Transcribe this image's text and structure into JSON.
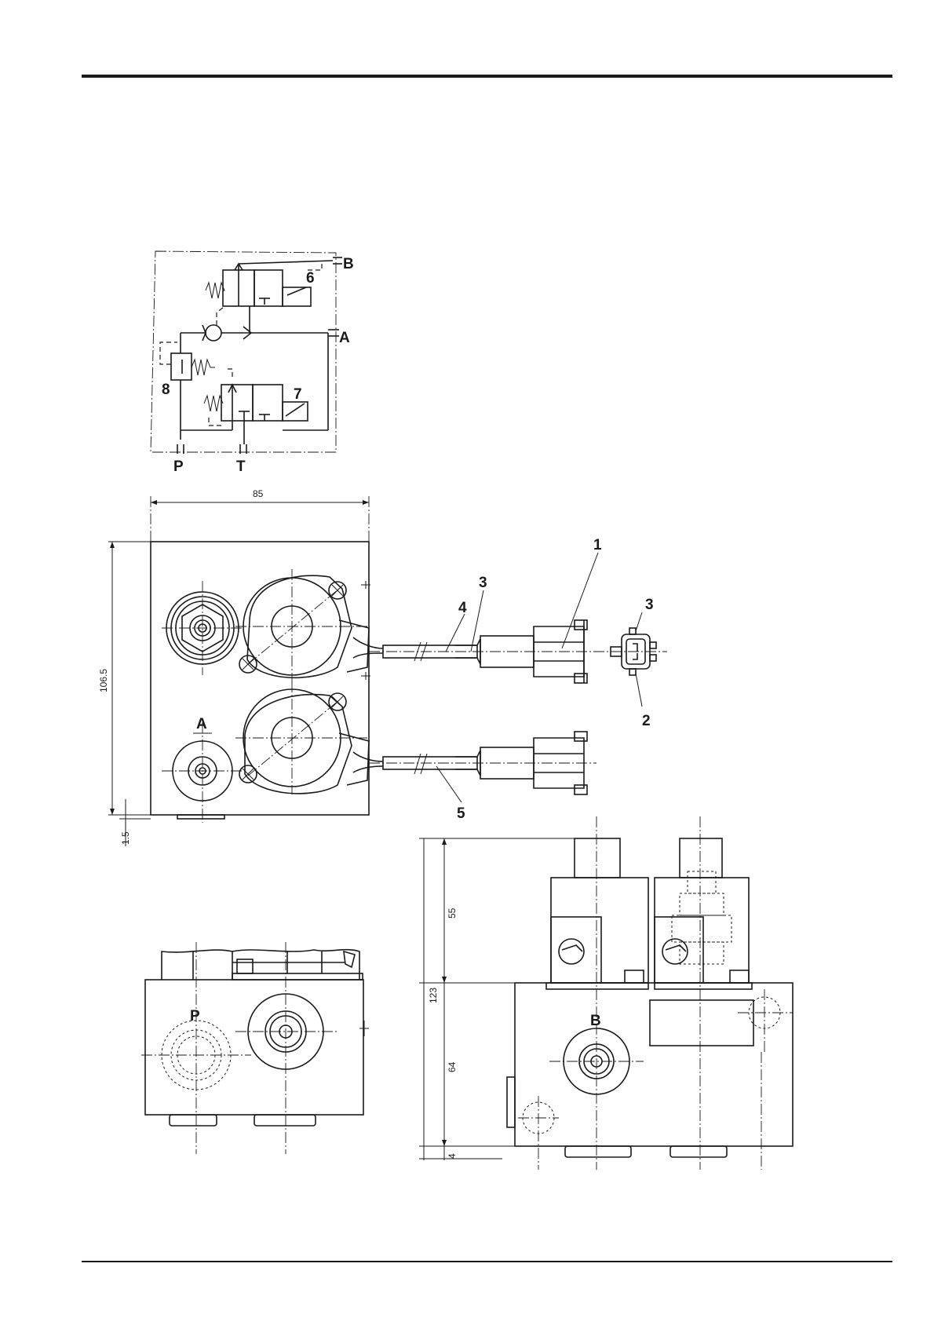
{
  "schematic": {
    "ports": {
      "b": "B",
      "a": "A",
      "p": "P",
      "t": "T"
    },
    "callouts": {
      "valve_6": "6",
      "valve_7": "7",
      "check_8": "8"
    }
  },
  "top_view": {
    "dim_width": "85",
    "dim_height": "106.5",
    "dim_offset": "1.5",
    "port_a": "A",
    "callouts": {
      "c1": "1",
      "c3": "3",
      "c4": "4",
      "c5": "5",
      "conn_3": "3",
      "conn_2": "2"
    }
  },
  "side_view_left": {
    "port_p": "P"
  },
  "side_view_right": {
    "port_b": "B",
    "dim_total": "123",
    "dim_upper": "55",
    "dim_lower": "64",
    "dim_base": "4"
  }
}
